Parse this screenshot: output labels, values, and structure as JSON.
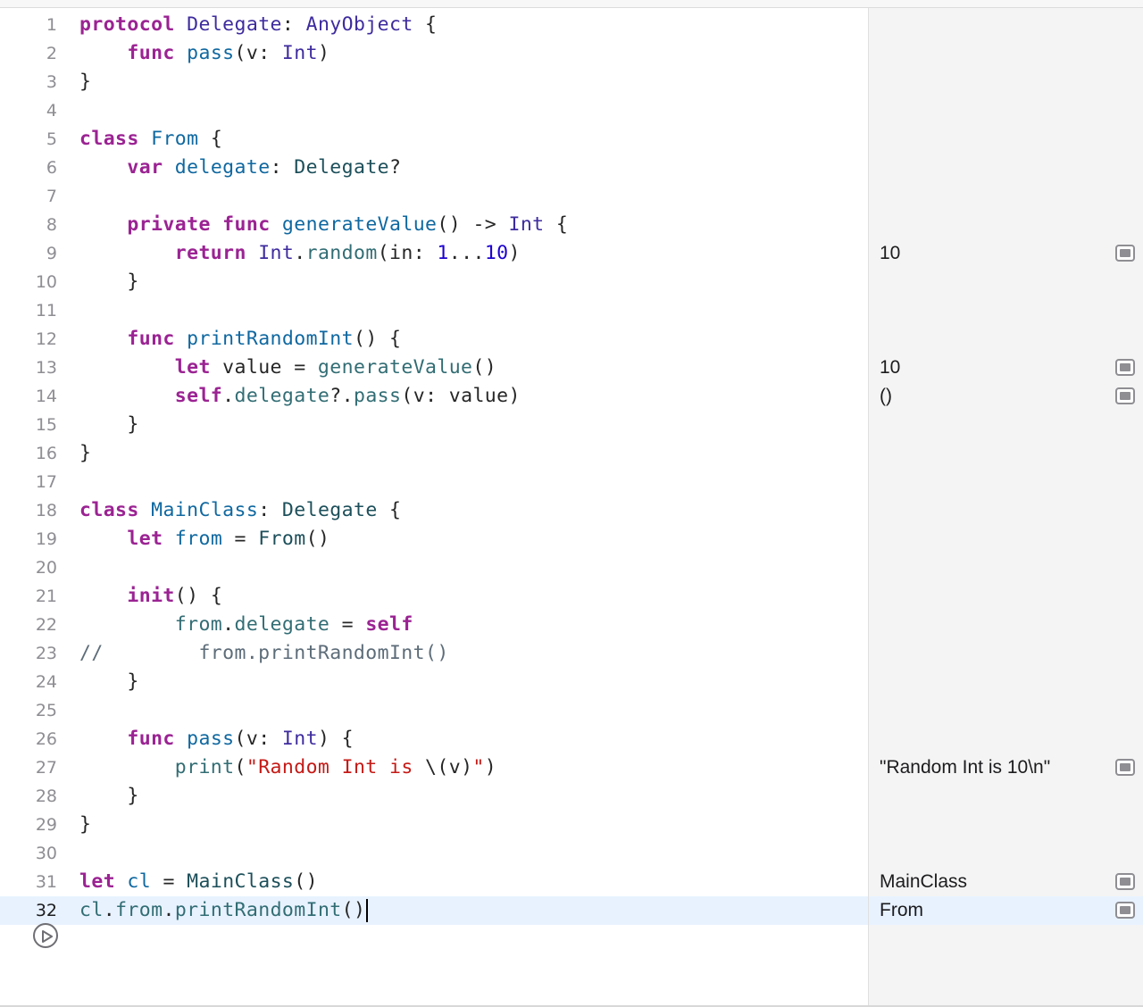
{
  "editor": {
    "current_line": "32",
    "lines": [
      {
        "n": "1",
        "tokens": [
          [
            "kw",
            "protocol"
          ],
          [
            "p",
            " "
          ],
          [
            "ty",
            "Delegate"
          ],
          [
            "p",
            ": "
          ],
          [
            "ty",
            "AnyObject"
          ],
          [
            "p",
            " {"
          ]
        ]
      },
      {
        "n": "2",
        "tokens": [
          [
            "p",
            "    "
          ],
          [
            "kw",
            "func"
          ],
          [
            "p",
            " "
          ],
          [
            "id",
            "pass"
          ],
          [
            "p",
            "(v: "
          ],
          [
            "ty",
            "Int"
          ],
          [
            "p",
            ")"
          ]
        ]
      },
      {
        "n": "3",
        "tokens": [
          [
            "p",
            "}"
          ]
        ]
      },
      {
        "n": "4",
        "tokens": []
      },
      {
        "n": "5",
        "tokens": [
          [
            "kw",
            "class"
          ],
          [
            "p",
            " "
          ],
          [
            "id",
            "From"
          ],
          [
            "p",
            " {"
          ]
        ]
      },
      {
        "n": "6",
        "tokens": [
          [
            "p",
            "    "
          ],
          [
            "kw",
            "var"
          ],
          [
            "p",
            " "
          ],
          [
            "id",
            "delegate"
          ],
          [
            "p",
            ": "
          ],
          [
            "dty",
            "Delegate"
          ],
          [
            "p",
            "?"
          ]
        ]
      },
      {
        "n": "7",
        "tokens": []
      },
      {
        "n": "8",
        "tokens": [
          [
            "p",
            "    "
          ],
          [
            "kw",
            "private"
          ],
          [
            "p",
            " "
          ],
          [
            "kw",
            "func"
          ],
          [
            "p",
            " "
          ],
          [
            "id",
            "generateValue"
          ],
          [
            "p",
            "() -> "
          ],
          [
            "ty",
            "Int"
          ],
          [
            "p",
            " {"
          ]
        ]
      },
      {
        "n": "9",
        "tokens": [
          [
            "p",
            "        "
          ],
          [
            "kw",
            "return"
          ],
          [
            "p",
            " "
          ],
          [
            "ty",
            "Int"
          ],
          [
            "p",
            "."
          ],
          [
            "fn",
            "random"
          ],
          [
            "p",
            "(in: "
          ],
          [
            "num",
            "1"
          ],
          [
            "p",
            "..."
          ],
          [
            "num",
            "10"
          ],
          [
            "p",
            ")"
          ]
        ]
      },
      {
        "n": "10",
        "tokens": [
          [
            "p",
            "    }"
          ]
        ]
      },
      {
        "n": "11",
        "tokens": []
      },
      {
        "n": "12",
        "tokens": [
          [
            "p",
            "    "
          ],
          [
            "kw",
            "func"
          ],
          [
            "p",
            " "
          ],
          [
            "id",
            "printRandomInt"
          ],
          [
            "p",
            "() {"
          ]
        ]
      },
      {
        "n": "13",
        "tokens": [
          [
            "p",
            "        "
          ],
          [
            "kw",
            "let"
          ],
          [
            "p",
            " value = "
          ],
          [
            "fn",
            "generateValue"
          ],
          [
            "p",
            "()"
          ]
        ]
      },
      {
        "n": "14",
        "tokens": [
          [
            "p",
            "        "
          ],
          [
            "kw",
            "self"
          ],
          [
            "p",
            "."
          ],
          [
            "fn",
            "delegate"
          ],
          [
            "p",
            "?."
          ],
          [
            "fn",
            "pass"
          ],
          [
            "p",
            "(v: value)"
          ]
        ]
      },
      {
        "n": "15",
        "tokens": [
          [
            "p",
            "    }"
          ]
        ]
      },
      {
        "n": "16",
        "tokens": [
          [
            "p",
            "}"
          ]
        ]
      },
      {
        "n": "17",
        "tokens": []
      },
      {
        "n": "18",
        "tokens": [
          [
            "kw",
            "class"
          ],
          [
            "p",
            " "
          ],
          [
            "id",
            "MainClass"
          ],
          [
            "p",
            ": "
          ],
          [
            "dty",
            "Delegate"
          ],
          [
            "p",
            " {"
          ]
        ]
      },
      {
        "n": "19",
        "tokens": [
          [
            "p",
            "    "
          ],
          [
            "kw",
            "let"
          ],
          [
            "p",
            " "
          ],
          [
            "id",
            "from"
          ],
          [
            "p",
            " = "
          ],
          [
            "dty",
            "From"
          ],
          [
            "p",
            "()"
          ]
        ]
      },
      {
        "n": "20",
        "tokens": []
      },
      {
        "n": "21",
        "tokens": [
          [
            "p",
            "    "
          ],
          [
            "kw",
            "init"
          ],
          [
            "p",
            "() {"
          ]
        ]
      },
      {
        "n": "22",
        "tokens": [
          [
            "p",
            "        "
          ],
          [
            "fn",
            "from"
          ],
          [
            "p",
            "."
          ],
          [
            "fn",
            "delegate"
          ],
          [
            "p",
            " = "
          ],
          [
            "kw",
            "self"
          ]
        ]
      },
      {
        "n": "23",
        "tokens": [
          [
            "cmt",
            "//        from.printRandomInt()"
          ]
        ]
      },
      {
        "n": "24",
        "tokens": [
          [
            "p",
            "    }"
          ]
        ]
      },
      {
        "n": "25",
        "tokens": []
      },
      {
        "n": "26",
        "tokens": [
          [
            "p",
            "    "
          ],
          [
            "kw",
            "func"
          ],
          [
            "p",
            " "
          ],
          [
            "id",
            "pass"
          ],
          [
            "p",
            "(v: "
          ],
          [
            "ty",
            "Int"
          ],
          [
            "p",
            ") {"
          ]
        ]
      },
      {
        "n": "27",
        "tokens": [
          [
            "p",
            "        "
          ],
          [
            "fn",
            "print"
          ],
          [
            "p",
            "("
          ],
          [
            "str",
            "\"Random Int is "
          ],
          [
            "p",
            "\\(v)"
          ],
          [
            "str",
            "\""
          ],
          [
            "p",
            ")"
          ]
        ]
      },
      {
        "n": "28",
        "tokens": [
          [
            "p",
            "    }"
          ]
        ]
      },
      {
        "n": "29",
        "tokens": [
          [
            "p",
            "}"
          ]
        ]
      },
      {
        "n": "30",
        "tokens": []
      },
      {
        "n": "31",
        "tokens": [
          [
            "kw",
            "let"
          ],
          [
            "p",
            " "
          ],
          [
            "id",
            "cl"
          ],
          [
            "p",
            " = "
          ],
          [
            "dty",
            "MainClass"
          ],
          [
            "p",
            "()"
          ]
        ]
      },
      {
        "n": "32",
        "tokens": [
          [
            "fn",
            "cl"
          ],
          [
            "p",
            "."
          ],
          [
            "fn",
            "from"
          ],
          [
            "p",
            "."
          ],
          [
            "fn",
            "printRandomInt"
          ],
          [
            "p",
            "()"
          ]
        ]
      }
    ]
  },
  "results": [
    {
      "line": "9",
      "value": "10"
    },
    {
      "line": "13",
      "value": "10"
    },
    {
      "line": "14",
      "value": "()"
    },
    {
      "line": "27",
      "value": "\"Random Int is 10\\n\""
    },
    {
      "line": "31",
      "value": "MainClass"
    },
    {
      "line": "32",
      "value": "From"
    }
  ],
  "icons": {
    "run": "play-icon",
    "quick_look": "quick-look-icon"
  },
  "colors": {
    "keyword": "#9b2393",
    "type": "#3e2b9e",
    "declaration": "#0f68a0",
    "string": "#c41a16",
    "number": "#1c00cf",
    "comment": "#5d6c79",
    "current_line": "#e8f2ff"
  }
}
